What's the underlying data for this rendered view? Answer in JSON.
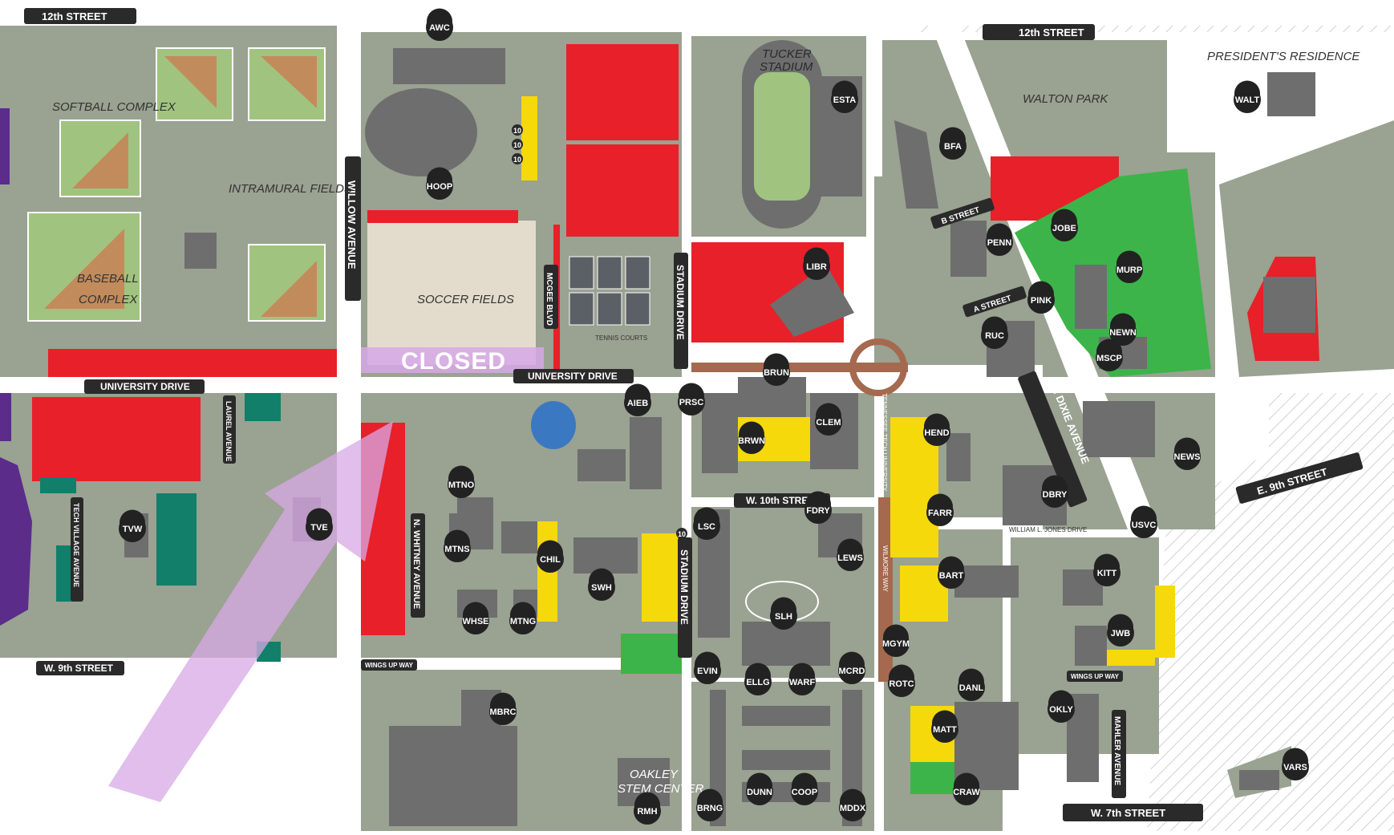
{
  "map": {
    "streets": {
      "twelfth_west": "12th STREET",
      "twelfth_east": "12th STREET",
      "willow": "WILLOW AVENUE",
      "university_west": "UNIVERSITY DRIVE",
      "university_east": "UNIVERSITY DRIVE",
      "mcgee": "MCGEE BLVD",
      "stadium_north": "STADIUM DRIVE",
      "stadium_south": "STADIUM DRIVE",
      "b_street": "B STREET",
      "a_street": "A STREET",
      "n_dixie": "N. DIXIE AVENUE",
      "e9th": "E. 9th STREET",
      "w10th": "W. 10th STREET",
      "laurel": "LAUREL AVENUE",
      "tech_village": "TECH VILLAGE AVENUE",
      "n_whitney": "N. WHITNEY AVENUE",
      "w9th": "W. 9th STREET",
      "wings_up_west": "WINGS UP WAY",
      "wings_up_east": "WINGS UP WAY",
      "mahler": "MAHLER AVENUE",
      "w7th": "W. 7th STREET",
      "william_jones": "WILLIAM L. JONES DRIVE",
      "tennessee_tech_univ": "TENNESSEE TECH UNIVERSITY",
      "wilmore_way": "WILMORE WAY"
    },
    "areas": {
      "softball": "SOFTBALL COMPLEX",
      "intramural": "INTRAMURAL FIELDS",
      "baseball_1": "BASEBALL",
      "baseball_2": "COMPLEX",
      "soccer": "SOCCER FIELDS",
      "tennis": "TENNIS COURTS",
      "tucker_1": "TUCKER",
      "tucker_2": "STADIUM",
      "walton": "WALTON PARK",
      "president": "PRESIDENT'S RESIDENCE",
      "oakley_1": "OAKLEY",
      "oakley_2": "STEM CENTER"
    },
    "closed_label": "CLOSED",
    "buildings": {
      "awc": "AWC",
      "hoop": "HOOP",
      "esta": "ESTA",
      "bfa": "BFA",
      "walt": "WALT",
      "jobe": "JOBE",
      "penn": "PENN",
      "murp": "MURP",
      "pink": "PINK",
      "libr": "LIBR",
      "ruc": "RUC",
      "newn": "NEWN",
      "mscp": "MSCP",
      "brun": "BRUN",
      "aieb": "AIEB",
      "prsc": "PRSC",
      "clem": "CLEM",
      "hend": "HEND",
      "brwn": "BRWN",
      "news": "NEWS",
      "dbry": "DBRY",
      "tvw": "TVW",
      "tve": "TVE",
      "mtno": "MTNO",
      "mtns": "MTNS",
      "chil": "CHIL",
      "swh": "SWH",
      "lsc": "LSC",
      "fdry": "FDRY",
      "farr": "FARR",
      "usvc": "USVC",
      "lews": "LEWS",
      "kitt": "KITT",
      "bart": "BART",
      "whse": "WHSE",
      "mtng": "MTNG",
      "slh": "SLH",
      "jwb": "JWB",
      "mgym": "MGYM",
      "evin": "EVIN",
      "ellg": "ELLG",
      "warf": "WARF",
      "mcrd": "MCRD",
      "rotc": "ROTC",
      "danl": "DANL",
      "okly": "OKLY",
      "mbrc": "MBRC",
      "matt": "MATT",
      "vars": "VARS",
      "dunn": "DUNN",
      "coop": "COOP",
      "craw": "CRAW",
      "rmh": "RMH",
      "brng": "BRNG",
      "mddx": "MDDX"
    },
    "route_numbers": {
      "ten_a": "10",
      "ten_b": "10",
      "ten_c": "10",
      "ten_d": "10"
    },
    "colors": {
      "ground": "#9aa291",
      "road": "#ffffff",
      "building": "#6e6e6e",
      "parking_red": "#e8202a",
      "parking_yellow": "#f5d90a",
      "parking_green": "#3cb449",
      "housing_teal": "#117f6a",
      "brick_walk": "#a5694f",
      "closed_overlay": "#d7a8e6",
      "label_bg": "#2a2a2a",
      "purple_edge": "#5b2c8a"
    }
  }
}
